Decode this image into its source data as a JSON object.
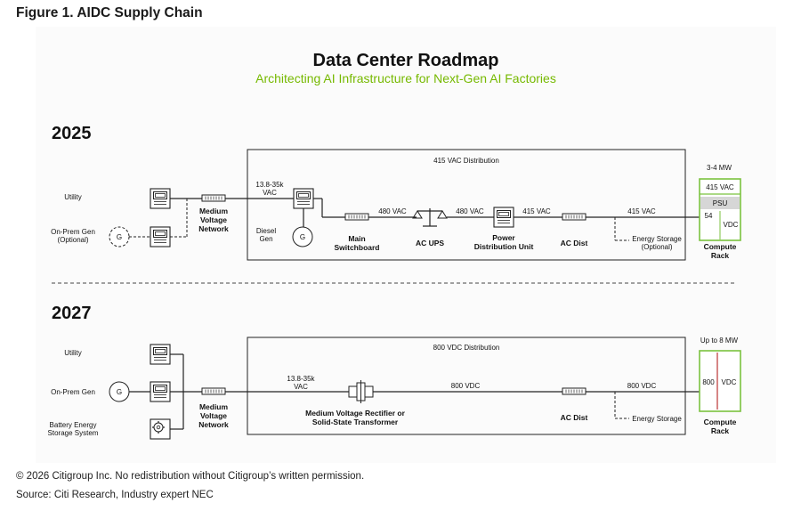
{
  "figure_title": "Figure 1. AIDC Supply Chain",
  "diagram": {
    "title": "Data Center Roadmap",
    "subtitle": "Architecting AI Infrastructure for Next-Gen AI Factories",
    "accent_color": "#76b900",
    "rack_border_color": "#7bc23f",
    "y2025": {
      "year": "2025",
      "distribution_label": "415 VAC Distribution",
      "sources": [
        "Utility",
        "On-Prem Gen",
        "(Optional)"
      ],
      "generator_symbol": "G",
      "mv_network": [
        "Medium",
        "Voltage",
        "Network"
      ],
      "incoming_voltage": [
        "13.8-35k",
        "VAC"
      ],
      "diesel_gen": [
        "Diesel",
        "Gen"
      ],
      "main_switchboard": [
        "Main",
        "Switchboard"
      ],
      "v1": "480 VAC",
      "ac_ups": "AC UPS",
      "v2": "480 VAC",
      "pdu": [
        "Power",
        "Distribution Unit"
      ],
      "v3": "415 VAC",
      "ac_dist": "AC Dist",
      "v4": "415 VAC",
      "energy_storage": [
        "Energy Storage",
        "(Optional)"
      ],
      "rack_power": "3-4 MW",
      "rack_input": "415 VAC",
      "psu": "PSU",
      "rack_out_num": "54",
      "rack_out_unit": "VDC",
      "compute_rack": [
        "Compute",
        "Rack"
      ]
    },
    "y2027": {
      "year": "2027",
      "distribution_label": "800 VDC Distribution",
      "sources": [
        "Utility",
        "On-Prem Gen",
        "Battery Energy",
        "Storage System"
      ],
      "generator_symbol": "G",
      "mv_network": [
        "Medium",
        "Voltage",
        "Network"
      ],
      "incoming_voltage": [
        "13.8-35k",
        "VAC"
      ],
      "rectifier": [
        "Medium Voltage Rectifier or",
        "Solid-State Transformer"
      ],
      "v1": "800 VDC",
      "ac_dist": "AC Dist",
      "v2": "800 VDC",
      "energy_storage": "Energy Storage",
      "rack_power": "Up to 8 MW",
      "rack_num": "800",
      "rack_unit": "VDC",
      "compute_rack": [
        "Compute",
        "Rack"
      ]
    }
  },
  "footer": {
    "copyright": "© 2026 Citigroup Inc. No redistribution without Citigroup’s written permission.",
    "source": "Source: Citi Research, Industry expert NEC"
  }
}
